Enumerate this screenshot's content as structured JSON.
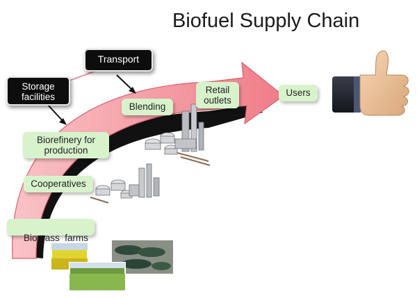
{
  "title": "Biofuel Supply Chain",
  "stages": {
    "biomass_farms": "Biomass  farms",
    "cooperatives": "Cooperatives",
    "biorefinery_line1": "Biorefinery for",
    "biorefinery_line2": "production",
    "blending": "Blending",
    "retail_line1": "Retail",
    "retail_line2": "outlets",
    "users": "Users"
  },
  "logistics": {
    "storage_line1": "Storage",
    "storage_line2": "facilities",
    "transport": "Transport"
  },
  "colors": {
    "arrow_fill": "#f6a7ae",
    "arrow_edge": "#d95f6b",
    "label_bg": "#d8f3cc",
    "dark_box": "#0d0d0d"
  },
  "icons": [
    "biomass-farm-photos",
    "biorefinery-plant-icon",
    "cooperative-plant-icon",
    "thumbs-up-icon"
  ]
}
